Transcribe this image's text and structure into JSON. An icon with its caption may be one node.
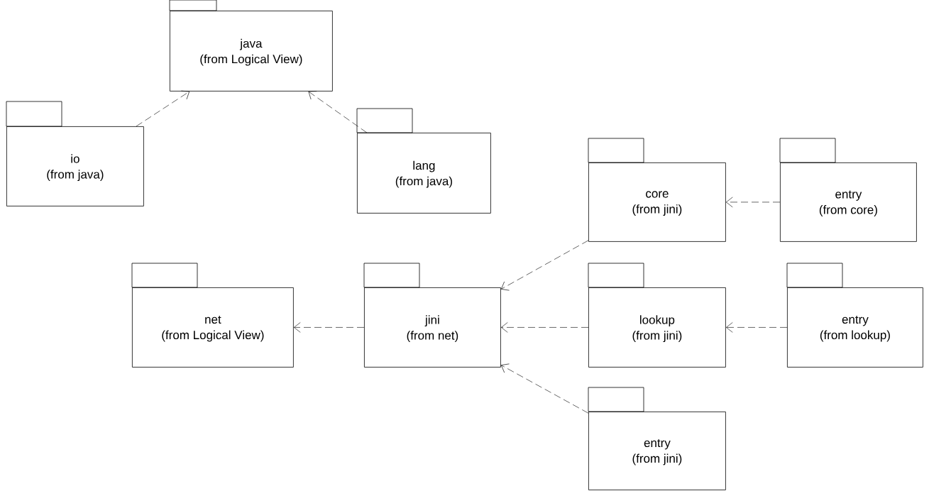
{
  "diagram": {
    "nodes": [
      {
        "text": [
          "java",
          "(from Logical View)"
        ]
      },
      {
        "text": [
          "io",
          "(from java)"
        ]
      },
      {
        "text": [
          "lang",
          "(from java)"
        ]
      },
      {
        "text": [
          "core",
          "(from jini)"
        ]
      },
      {
        "text": [
          "entry",
          "(from core)"
        ]
      },
      {
        "text": [
          "net",
          "(from Logical View)"
        ]
      },
      {
        "text": [
          "jini",
          "(from net)"
        ]
      },
      {
        "text": [
          "lookup",
          "(from jini)"
        ]
      },
      {
        "text": [
          "entry",
          "(from lookup)"
        ]
      },
      {
        "text": [
          "entry",
          "(from jini)"
        ]
      }
    ],
    "edges": [
      {
        "from": 1,
        "to": 0,
        "arrow": "to",
        "style": "dashed"
      },
      {
        "from": 2,
        "to": 0,
        "arrow": "to",
        "style": "dashed"
      },
      {
        "from": 4,
        "to": 3,
        "arrow": "to",
        "style": "dashed"
      },
      {
        "from": 3,
        "to": 6,
        "arrow": "to",
        "style": "dashed"
      },
      {
        "from": 6,
        "to": 5,
        "arrow": "to",
        "style": "dashed"
      },
      {
        "from": 7,
        "to": 6,
        "arrow": "to",
        "style": "dashed"
      },
      {
        "from": 8,
        "to": 7,
        "arrow": "to",
        "style": "dashed"
      },
      {
        "from": 9,
        "to": 6,
        "arrow": "to",
        "style": "dashed"
      }
    ]
  }
}
